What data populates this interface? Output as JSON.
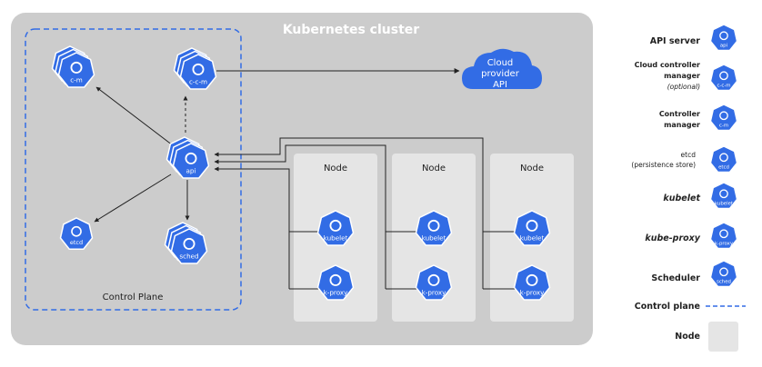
{
  "cluster": {
    "title": "Kubernetes cluster",
    "background": "#cccccc"
  },
  "control_plane": {
    "label": "Control Plane",
    "border_color": "#326ce5",
    "components": {
      "cm": "c-m",
      "ccm": "c-c-m",
      "api": "api",
      "etcd": "etcd",
      "sched": "sched"
    }
  },
  "cloud": {
    "line1": "Cloud",
    "line2": "provider",
    "line3": "API",
    "color": "#326ce5"
  },
  "nodes": [
    {
      "title": "Node",
      "kubelet": "kubelet",
      "proxy": "k-proxy"
    },
    {
      "title": "Node",
      "kubelet": "kubelet",
      "proxy": "k-proxy"
    },
    {
      "title": "Node",
      "kubelet": "kubelet",
      "proxy": "k-proxy"
    }
  ],
  "legend": {
    "api_server": "API server",
    "api_icon": "api",
    "ccm_line1": "Cloud controller",
    "ccm_line2": "manager",
    "ccm_line3": "(optional)",
    "ccm_icon": "c-c-m",
    "cm_line1": "Controller",
    "cm_line2": "manager",
    "cm_icon": "c-m",
    "etcd_line1": "etcd",
    "etcd_line2": "(persistence store)",
    "etcd_icon": "etcd",
    "kubelet": "kubelet",
    "kubelet_icon": "kubelet",
    "kube_proxy": "kube-proxy",
    "proxy_icon": "k-proxy",
    "scheduler": "Scheduler",
    "sched_icon": "sched",
    "control_plane": "Control plane",
    "node": "Node"
  },
  "colors": {
    "k8s_blue": "#326ce5",
    "node_bg": "#e5e5e5",
    "arrow": "#222222"
  }
}
